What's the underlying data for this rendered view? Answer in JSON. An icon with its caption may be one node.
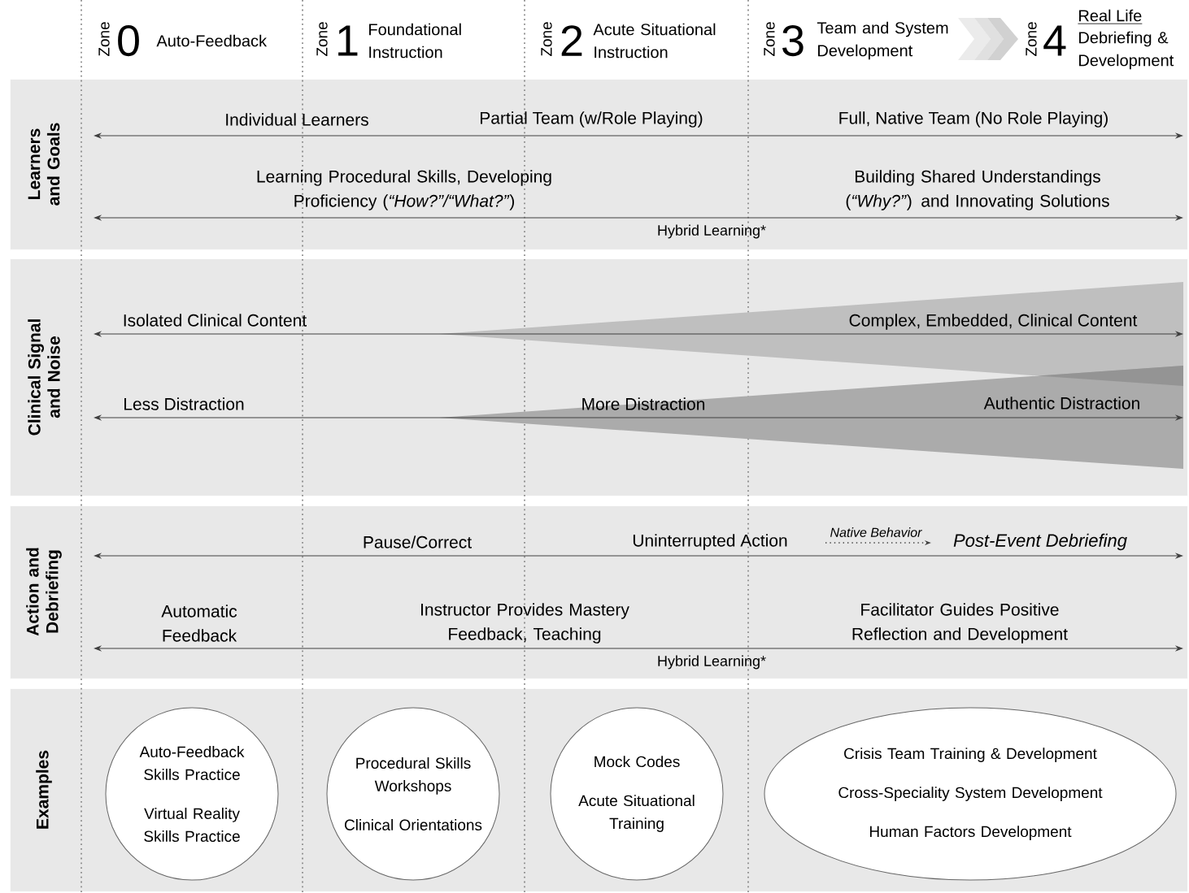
{
  "diagram": {
    "nodes": [
      {
        "text": [
          "Learners and Goals"
        ]
      },
      {
        "text": [
          "Clinical Signal and Noise"
        ]
      },
      {
        "text": [
          "Action and Debriefing"
        ]
      },
      {
        "text": [
          "Examples"
        ]
      },
      {
        "text": [
          "Auto-Feedback Skills Practice",
          "Virtual Reality Skills Practice"
        ],
        "in": 3
      },
      {
        "text": [
          "Procedural Skills Workshops",
          "Clinical Orientations"
        ],
        "in": 3
      },
      {
        "text": [
          "Mock Codes",
          "Acute Situational Training"
        ],
        "in": 3
      },
      {
        "text": [
          "Crisis Team Training & Development",
          "Cross-Speciality System Development",
          "Human Factors Development"
        ],
        "in": 3
      }
    ],
    "labels": [
      "Zone",
      "0",
      "Auto-Feedback",
      "Zone",
      "1",
      "Foundational Instruction",
      "Zone",
      "2",
      "Acute Situational Instruction",
      "Zone",
      "3",
      "Team and System Development",
      "Zone",
      "4",
      "Real Life",
      "Debriefing & Development",
      "Individual Learners",
      "Partial Team (w/Role Playing)",
      "Full, Native Team (No Role Playing)",
      "Learning Procedural Skills, Developing Proficiency (*“How?”/“What?”*)",
      "Building Shared Understandings (*“Why?”*) and Innovating Solutions",
      "Hybrid Learning*",
      "Isolated Clinical Content",
      "Complex, Embedded, Clinical Content",
      "Less Distraction",
      "More Distraction",
      "Authentic Distraction",
      "Pause/Correct",
      "Uninterrupted Action",
      "Native Behavior",
      "Post-Event Debriefing",
      "Automatic Feedback",
      "Instructor Provides Mastery Feedback, Teaching",
      "Facilitator Guides Positive Reflection and Development",
      "Hybrid Learning*"
    ]
  }
}
